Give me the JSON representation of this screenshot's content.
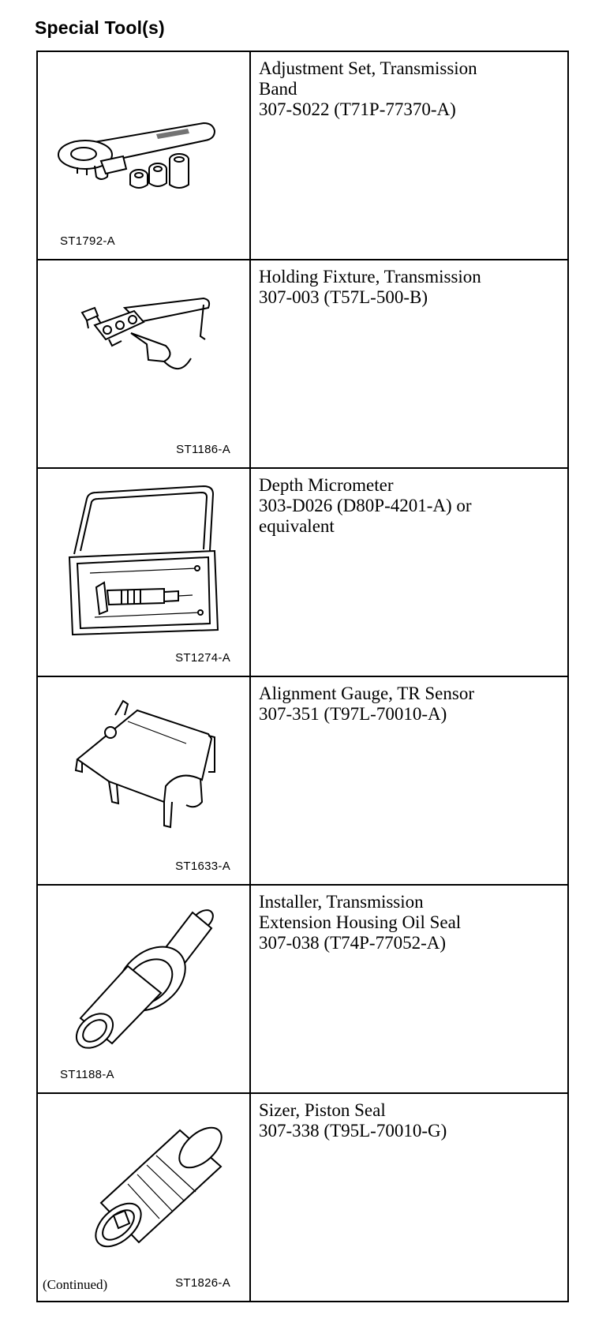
{
  "page": {
    "heading": "Special Tool(s)",
    "continued": "(Continued)"
  },
  "tools": [
    {
      "id": "ST1792-A",
      "icon": "transmission-band-adjustment-set-illustration",
      "lines": [
        "Adjustment Set, Transmission",
        "Band",
        "307-S022 (T71P-77370-A)"
      ]
    },
    {
      "id": "ST1186-A",
      "icon": "transmission-holding-fixture-illustration",
      "lines": [
        "Holding Fixture, Transmission",
        "307-003 (T57L-500-B)"
      ]
    },
    {
      "id": "ST1274-A",
      "icon": "depth-micrometer-illustration",
      "lines": [
        "Depth Micrometer",
        "303-D026 (D80P-4201-A) or",
        "equivalent"
      ]
    },
    {
      "id": "ST1633-A",
      "icon": "tr-sensor-alignment-gauge-illustration",
      "lines": [
        "Alignment Gauge, TR Sensor",
        "307-351 (T97L-70010-A)"
      ]
    },
    {
      "id": "ST1188-A",
      "icon": "oil-seal-installer-illustration",
      "lines": [
        "Installer, Transmission",
        "Extension Housing Oil Seal",
        "307-038 (T74P-77052-A)"
      ]
    },
    {
      "id": "ST1826-A",
      "icon": "piston-seal-sizer-illustration",
      "lines": [
        "Sizer, Piston Seal",
        "307-338 (T95L-70010-G)"
      ]
    }
  ]
}
